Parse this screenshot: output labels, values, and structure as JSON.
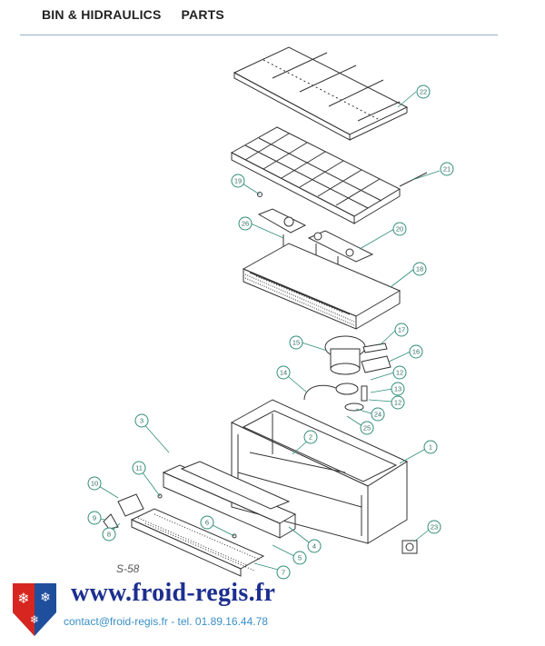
{
  "header": {
    "section": "BIN & HIDRAULICS",
    "title": "PARTS"
  },
  "diagram": {
    "reference": "S-58",
    "callouts": [
      "1",
      "2",
      "3",
      "4",
      "5",
      "6",
      "7",
      "8",
      "9",
      "10",
      "11",
      "12",
      "13",
      "14",
      "15",
      "16",
      "17",
      "18",
      "19",
      "20",
      "21",
      "22",
      "23",
      "24",
      "25",
      "26",
      "12"
    ]
  },
  "footer": {
    "url": "www.froid-regis.fr",
    "contact": "contact@froid-regis.fr - tel. 01.89.16.44.78"
  },
  "colors": {
    "callout": "#2f8c7a",
    "rule": "#8fb3c7",
    "url": "#1c2f8f",
    "contact": "#3a8fc8",
    "logo_red": "#d6261f",
    "logo_blue": "#1f4e9c"
  }
}
